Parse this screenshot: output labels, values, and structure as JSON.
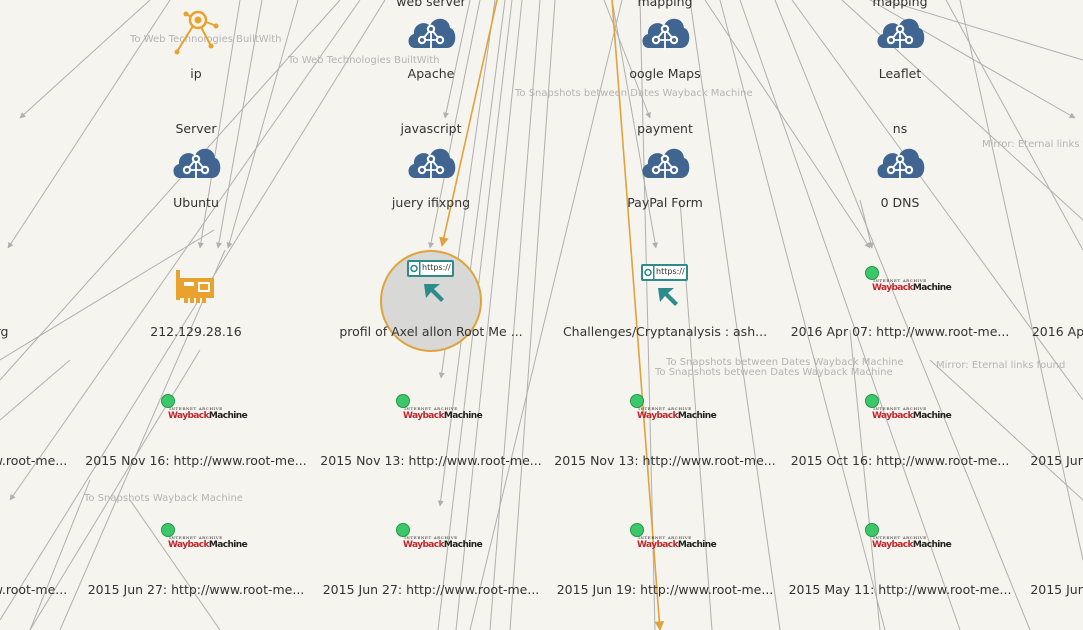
{
  "edge_labels": [
    "To Web Technologies BuiltWith",
    "To Web Technologies BuiltWith",
    "To Snapshots between Dates Wayback Machine",
    "Mirror: Eternal links fo",
    "To Snapshots between Dates Wayback Machine",
    "To Snapshots between Dates Wayback Machine",
    "Mirror: Eternal links found",
    "To Snapshots Wayback Machine"
  ],
  "nodes": [
    {
      "top": "",
      "label": "ip",
      "icon": "ip-network-icon"
    },
    {
      "top": "web server",
      "label": "Apache",
      "icon": "cloud-network-icon"
    },
    {
      "top": "mapping",
      "label": "oogle Maps",
      "icon": "cloud-network-icon"
    },
    {
      "top": "mapping",
      "label": "Leaflet",
      "icon": "cloud-network-icon"
    },
    {
      "top": "Server",
      "label": "Ubuntu",
      "icon": "cloud-network-icon"
    },
    {
      "top": "javascript",
      "label": "juery ifixpng",
      "icon": "cloud-network-icon"
    },
    {
      "top": "payment",
      "label": "PayPal Form",
      "icon": "cloud-network-icon"
    },
    {
      "top": "ns",
      "label": "0 DNS",
      "icon": "cloud-network-icon"
    },
    {
      "label": "rg",
      "icon": "none"
    },
    {
      "label": "212.129.28.16",
      "icon": "network-card-icon"
    },
    {
      "label": "profil of Axel allon Root Me ...",
      "icon": "url-icon",
      "selected": true
    },
    {
      "label": "Challenges/Cryptanalysis : ash...",
      "icon": "url-icon"
    },
    {
      "label": "2016 Apr 07: http://www.root-me...",
      "icon": "wayback-icon"
    },
    {
      "label": "2016 Ap",
      "icon": "none"
    },
    {
      "label": "w.root-me...",
      "icon": "none"
    },
    {
      "label": "2015 Nov 16: http://www.root-me...",
      "icon": "wayback-icon"
    },
    {
      "label": "2015 Nov 13: http://www.root-me...",
      "icon": "wayback-icon"
    },
    {
      "label": "2015 Nov 13: http://www.root-me...",
      "icon": "wayback-icon"
    },
    {
      "label": "2015 Oct 16: http://www.root-me...",
      "icon": "wayback-icon"
    },
    {
      "label": "2015 Jun",
      "icon": "none"
    },
    {
      "label": "w.root-me...",
      "icon": "none"
    },
    {
      "label": "2015 Jun 27: http://www.root-me...",
      "icon": "wayback-icon"
    },
    {
      "label": "2015 Jun 27: http://www.root-me...",
      "icon": "wayback-icon"
    },
    {
      "label": "2015 Jun 19: http://www.root-me...",
      "icon": "wayback-icon"
    },
    {
      "label": "2015 May 11: http://www.root-me...",
      "icon": "wayback-icon"
    },
    {
      "label": "2015 Jun",
      "icon": "none"
    }
  ],
  "url_icon_text": "https://",
  "wayback_logo": {
    "top": "INTERNET ARCHIVE",
    "main_a": "Wayback",
    "main_b": "Machine"
  },
  "colors": {
    "background": "#f6f4ee",
    "edge": "#b0b0b0",
    "highlight_edge": "#e0a33c",
    "cloud_icon": "#3f6590",
    "url_icon": "#2e8b8b",
    "network_card": "#e8a22d",
    "status_dot": "#3cc86a"
  }
}
